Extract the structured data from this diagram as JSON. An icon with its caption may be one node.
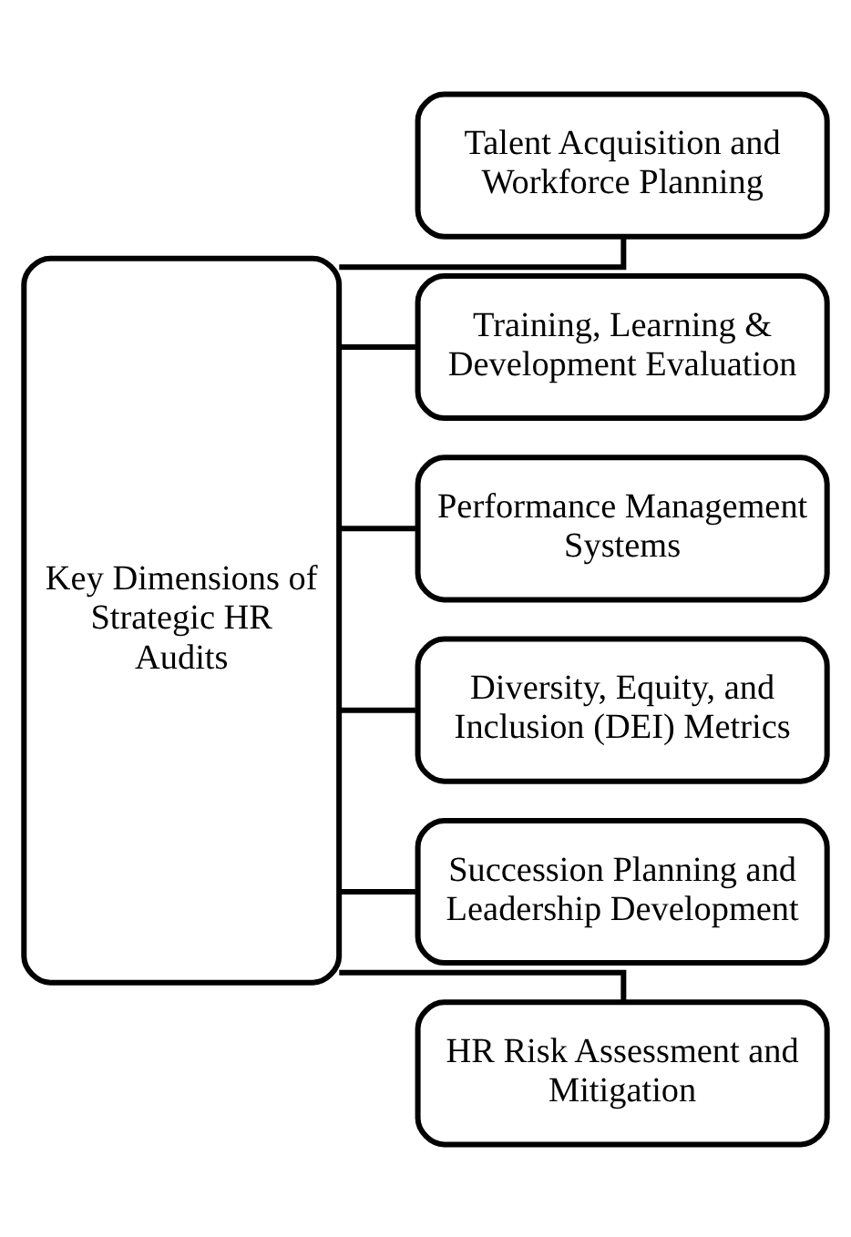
{
  "diagram": {
    "nodes": [
      {
        "text": [
          "Key Dimensions of Strategic HR Audits"
        ]
      },
      {
        "text": [
          "Talent Acquisition and Workforce Planning"
        ]
      },
      {
        "text": [
          "Training, Learning & Development Evaluation"
        ]
      },
      {
        "text": [
          "Performance Management Systems"
        ]
      },
      {
        "text": [
          "Diversity, Equity, and Inclusion (DEI) Metrics"
        ]
      },
      {
        "text": [
          "Succession Planning and Leadership Development"
        ]
      },
      {
        "text": [
          "HR Risk Assessment and Mitigation"
        ]
      }
    ],
    "edges": [
      {
        "from": 0,
        "to": 1,
        "arrow": "none"
      },
      {
        "from": 0,
        "to": 2,
        "arrow": "none"
      },
      {
        "from": 0,
        "to": 3,
        "arrow": "none"
      },
      {
        "from": 0,
        "to": 4,
        "arrow": "none"
      },
      {
        "from": 0,
        "to": 5,
        "arrow": "none"
      },
      {
        "from": 0,
        "to": 6,
        "arrow": "none"
      }
    ]
  }
}
